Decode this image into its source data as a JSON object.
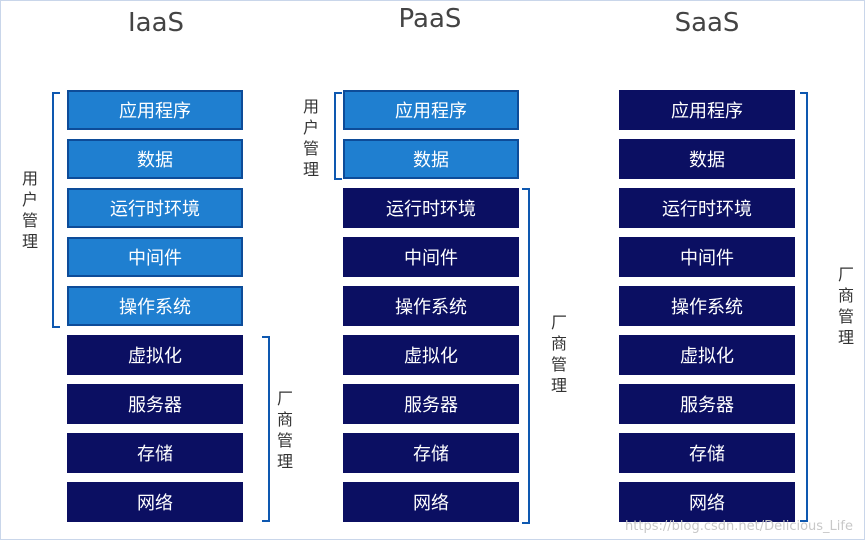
{
  "columns": [
    {
      "title": "IaaS",
      "user_label": "用户管理",
      "vendor_label": "厂商管理",
      "layers": [
        {
          "label": "应用程序",
          "managed_by": "user"
        },
        {
          "label": "数据",
          "managed_by": "user"
        },
        {
          "label": "运行时环境",
          "managed_by": "user"
        },
        {
          "label": "中间件",
          "managed_by": "user"
        },
        {
          "label": "操作系统",
          "managed_by": "user"
        },
        {
          "label": "虚拟化",
          "managed_by": "vendor"
        },
        {
          "label": "服务器",
          "managed_by": "vendor"
        },
        {
          "label": "存储",
          "managed_by": "vendor"
        },
        {
          "label": "网络",
          "managed_by": "vendor"
        }
      ]
    },
    {
      "title": "PaaS",
      "user_label": "用户管理",
      "vendor_label": "厂商管理",
      "layers": [
        {
          "label": "应用程序",
          "managed_by": "user"
        },
        {
          "label": "数据",
          "managed_by": "user"
        },
        {
          "label": "运行时环境",
          "managed_by": "vendor"
        },
        {
          "label": "中间件",
          "managed_by": "vendor"
        },
        {
          "label": "操作系统",
          "managed_by": "vendor"
        },
        {
          "label": "虚拟化",
          "managed_by": "vendor"
        },
        {
          "label": "服务器",
          "managed_by": "vendor"
        },
        {
          "label": "存储",
          "managed_by": "vendor"
        },
        {
          "label": "网络",
          "managed_by": "vendor"
        }
      ]
    },
    {
      "title": "SaaS",
      "vendor_label": "厂商管理",
      "layers": [
        {
          "label": "应用程序",
          "managed_by": "vendor"
        },
        {
          "label": "数据",
          "managed_by": "vendor"
        },
        {
          "label": "运行时环境",
          "managed_by": "vendor"
        },
        {
          "label": "中间件",
          "managed_by": "vendor"
        },
        {
          "label": "操作系统",
          "managed_by": "vendor"
        },
        {
          "label": "虚拟化",
          "managed_by": "vendor"
        },
        {
          "label": "服务器",
          "managed_by": "vendor"
        },
        {
          "label": "存储",
          "managed_by": "vendor"
        },
        {
          "label": "网络",
          "managed_by": "vendor"
        }
      ]
    }
  ],
  "colors": {
    "user_layer": "#1f7fd0",
    "vendor_layer": "#0b0f62",
    "brace": "#0e58b0"
  },
  "watermark": "https://blog.csdn.net/Delicious_Life"
}
